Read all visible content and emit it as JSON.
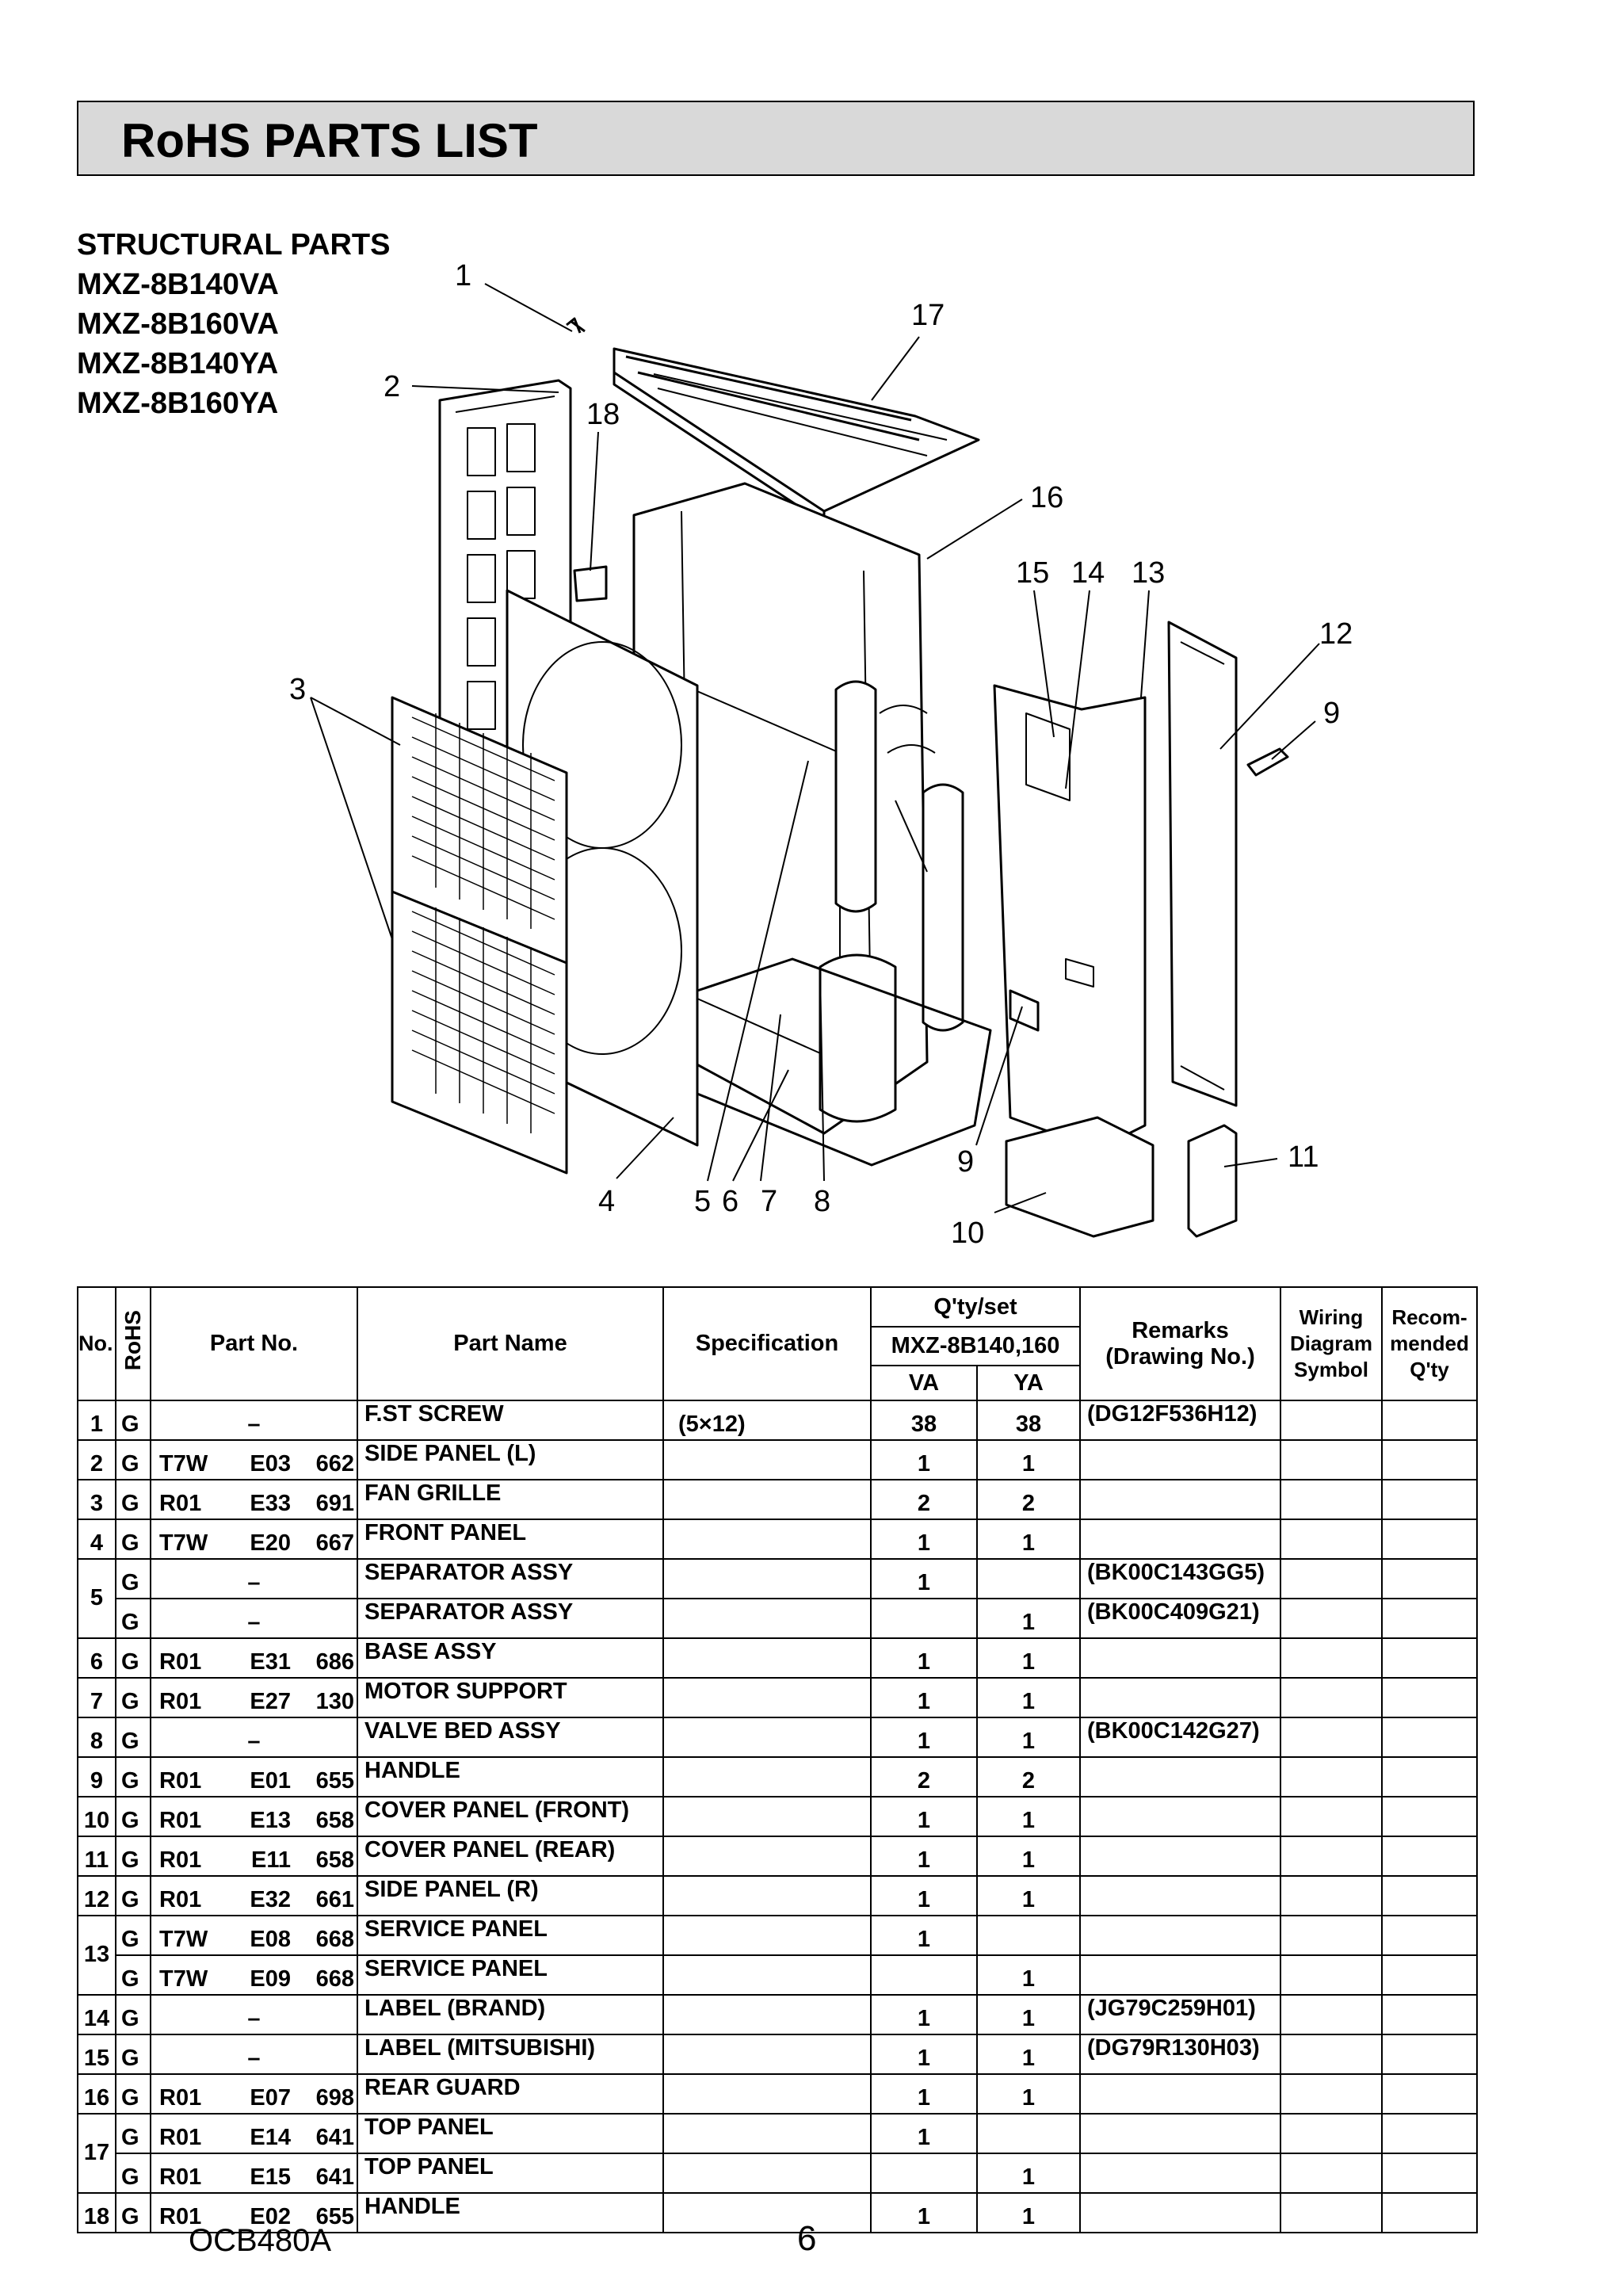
{
  "title": "RoHS PARTS LIST",
  "heading": {
    "category": "STRUCTURAL PARTS",
    "models": [
      "MXZ-8B140VA",
      "MXZ-8B160VA",
      "MXZ-8B140YA",
      "MXZ-8B160YA"
    ]
  },
  "diagram_callouts": [
    "1",
    "17",
    "2",
    "18",
    "16",
    "15",
    "14",
    "13",
    "12",
    "9",
    "3",
    "4",
    "5",
    "6",
    "7",
    "8",
    "9",
    "10",
    "11"
  ],
  "table": {
    "headers": {
      "no": "No.",
      "rohs": "RoHS",
      "part_no": "Part No.",
      "part_name": "Part Name",
      "specification": "Specification",
      "qty_set": "Q'ty/set",
      "model_group": "MXZ-8B140,160",
      "va": "VA",
      "ya": "YA",
      "remarks": "Remarks",
      "drawing_no": "(Drawing No.)",
      "wiring_1": "Wiring",
      "wiring_2": "Diagram",
      "wiring_3": "Symbol",
      "recom_1": "Recom-",
      "recom_2": "mended",
      "recom_3": "Q'ty"
    },
    "rows": [
      {
        "no": "1",
        "rohs": "G",
        "pn": [
          "–"
        ],
        "name": "F.ST SCREW",
        "spec": "(5×12)",
        "va": "38",
        "ya": "38",
        "remarks": "(DG12F536H12)"
      },
      {
        "no": "2",
        "rohs": "G",
        "pn": [
          "T7W",
          "E03",
          "662"
        ],
        "name": "SIDE PANEL (L)",
        "spec": "",
        "va": "1",
        "ya": "1",
        "remarks": ""
      },
      {
        "no": "3",
        "rohs": "G",
        "pn": [
          "R01",
          "E33",
          "691"
        ],
        "name": "FAN GRILLE",
        "spec": "",
        "va": "2",
        "ya": "2",
        "remarks": ""
      },
      {
        "no": "4",
        "rohs": "G",
        "pn": [
          "T7W",
          "E20",
          "667"
        ],
        "name": "FRONT PANEL",
        "spec": "",
        "va": "1",
        "ya": "1",
        "remarks": ""
      },
      {
        "no": "5",
        "span": 2,
        "rohs": "G",
        "pn": [
          "–"
        ],
        "name": "SEPARATOR ASSY",
        "spec": "",
        "va": "1",
        "ya": "",
        "remarks": "(BK00C143GG5)"
      },
      {
        "no": "",
        "rohs": "G",
        "pn": [
          "–"
        ],
        "name": "SEPARATOR ASSY",
        "spec": "",
        "va": "",
        "ya": "1",
        "remarks": "(BK00C409G21)"
      },
      {
        "no": "6",
        "rohs": "G",
        "pn": [
          "R01",
          "E31",
          "686"
        ],
        "name": "BASE ASSY",
        "spec": "",
        "va": "1",
        "ya": "1",
        "remarks": ""
      },
      {
        "no": "7",
        "rohs": "G",
        "pn": [
          "R01",
          "E27",
          "130"
        ],
        "name": "MOTOR SUPPORT",
        "spec": "",
        "va": "1",
        "ya": "1",
        "remarks": ""
      },
      {
        "no": "8",
        "rohs": "G",
        "pn": [
          "–"
        ],
        "name": "VALVE BED ASSY",
        "spec": "",
        "va": "1",
        "ya": "1",
        "remarks": "(BK00C142G27)"
      },
      {
        "no": "9",
        "rohs": "G",
        "pn": [
          "R01",
          "E01",
          "655"
        ],
        "name": "HANDLE",
        "spec": "",
        "va": "2",
        "ya": "2",
        "remarks": ""
      },
      {
        "no": "10",
        "rohs": "G",
        "pn": [
          "R01",
          "E13",
          "658"
        ],
        "name": "COVER PANEL (FRONT)",
        "spec": "",
        "va": "1",
        "ya": "1",
        "remarks": ""
      },
      {
        "no": "11",
        "rohs": "G",
        "pn": [
          "R01",
          "E11",
          "658"
        ],
        "name": "COVER PANEL (REAR)",
        "spec": "",
        "va": "1",
        "ya": "1",
        "remarks": ""
      },
      {
        "no": "12",
        "rohs": "G",
        "pn": [
          "R01",
          "E32",
          "661"
        ],
        "name": "SIDE PANEL (R)",
        "spec": "",
        "va": "1",
        "ya": "1",
        "remarks": ""
      },
      {
        "no": "13",
        "span": 2,
        "rohs": "G",
        "pn": [
          "T7W",
          "E08",
          "668"
        ],
        "name": "SERVICE PANEL",
        "spec": "",
        "va": "1",
        "ya": "",
        "remarks": ""
      },
      {
        "no": "",
        "rohs": "G",
        "pn": [
          "T7W",
          "E09",
          "668"
        ],
        "name": "SERVICE PANEL",
        "spec": "",
        "va": "",
        "ya": "1",
        "remarks": ""
      },
      {
        "no": "14",
        "rohs": "G",
        "pn": [
          "–"
        ],
        "name": "LABEL (BRAND)",
        "spec": "",
        "va": "1",
        "ya": "1",
        "remarks": "(JG79C259H01)"
      },
      {
        "no": "15",
        "rohs": "G",
        "pn": [
          "–"
        ],
        "name": "LABEL (MITSUBISHI)",
        "spec": "",
        "va": "1",
        "ya": "1",
        "remarks": "(DG79R130H03)"
      },
      {
        "no": "16",
        "rohs": "G",
        "pn": [
          "R01",
          "E07",
          "698"
        ],
        "name": "REAR GUARD",
        "spec": "",
        "va": "1",
        "ya": "1",
        "remarks": ""
      },
      {
        "no": "17",
        "span": 2,
        "rohs": "G",
        "pn": [
          "R01",
          "E14",
          "641"
        ],
        "name": "TOP PANEL",
        "spec": "",
        "va": "1",
        "ya": "",
        "remarks": ""
      },
      {
        "no": "",
        "rohs": "G",
        "pn": [
          "R01",
          "E15",
          "641"
        ],
        "name": "TOP PANEL",
        "spec": "",
        "va": "",
        "ya": "1",
        "remarks": ""
      },
      {
        "no": "18",
        "rohs": "G",
        "pn": [
          "R01",
          "E02",
          "655"
        ],
        "name": "HANDLE",
        "spec": "",
        "va": "1",
        "ya": "1",
        "remarks": ""
      }
    ]
  },
  "footer": {
    "code": "OCB480A",
    "page": "6"
  }
}
